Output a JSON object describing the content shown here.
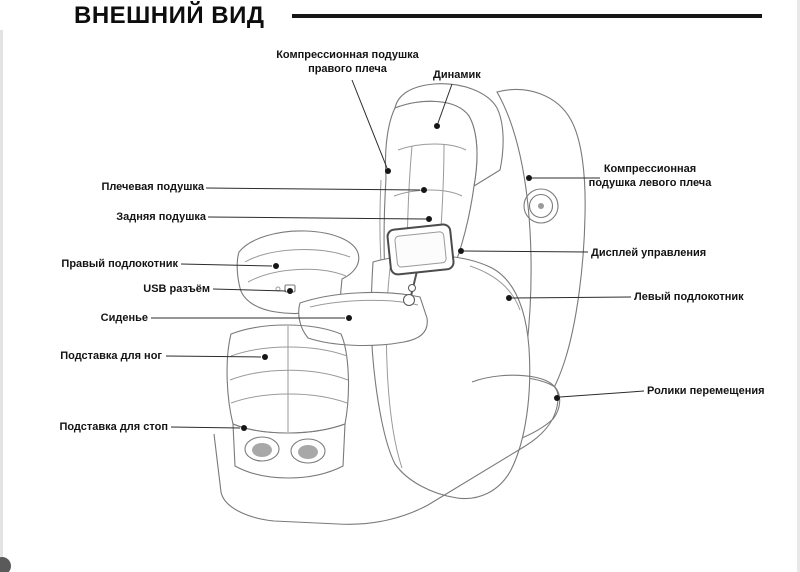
{
  "page": {
    "title": "ВНЕШНИЙ ВИД"
  },
  "diagram": {
    "subject": "Внешний вид массажного кресла (схема с обозначением частей)",
    "line_color": "#2b2b2b",
    "labels": {
      "comp_right": "Компрессионная подушка правого плеча",
      "speaker": "Динамик",
      "comp_left": "Компрессионная подушка левого плеча",
      "display": "Дисплей управления",
      "left_armrest": "Левый подлокотник",
      "rollers": "Ролики перемещения",
      "shoulder": "Плечевая подушка",
      "back": "Задняя подушка",
      "right_armrest": "Правый подлокотник",
      "usb": "USB разъём",
      "seat": "Сиденье",
      "footrest": "Подставка для ног",
      "foot_stand": "Подставка для стоп"
    }
  }
}
